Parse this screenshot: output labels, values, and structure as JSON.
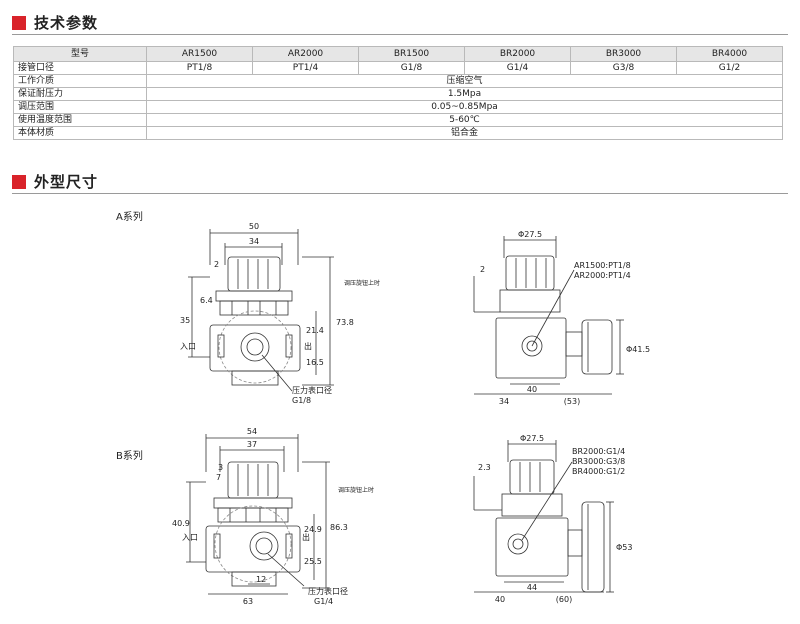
{
  "sections": {
    "specs_title": "技术参数",
    "dims_title": "外型尺寸"
  },
  "spec_table": {
    "header": [
      "型号",
      "AR1500",
      "AR2000",
      "BR1500",
      "BR2000",
      "BR3000",
      "BR4000"
    ],
    "port_row": [
      "接管口径",
      "PT1/8",
      "PT1/4",
      "G1/8",
      "G1/4",
      "G3/8",
      "G1/2"
    ],
    "merged_rows": [
      {
        "label": "工作介质",
        "value": "压缩空气"
      },
      {
        "label": "保证耐压力",
        "value": "1.5Mpa"
      },
      {
        "label": "调压范围",
        "value": "0.05~0.85Mpa"
      },
      {
        "label": "使用温度范围",
        "value": "5-60℃"
      },
      {
        "label": "本体材质",
        "value": "铝合金"
      }
    ]
  },
  "series_a": {
    "label": "A系列",
    "front": {
      "dims": [
        "50",
        "34",
        "2",
        "6.4",
        "35",
        "73.8",
        "21.4",
        "16.5"
      ],
      "inlet": "入口",
      "outlet": "出",
      "adjust_note": "调压旋钮上时",
      "gauge_port_title": "压力表口径",
      "gauge_port_value": "G1/8"
    },
    "side": {
      "dia_top": "Φ27.5",
      "dim_2": "2",
      "port_note": [
        "AR1500:PT1/8",
        "AR2000:PT1/4"
      ],
      "dia_gauge": "Φ41.5",
      "dim_40": "40",
      "dim_34": "34",
      "dim_53": "(53)"
    }
  },
  "series_b": {
    "label": "B系列",
    "front": {
      "dims": [
        "54",
        "37",
        "3",
        "7",
        "40.9",
        "86.3",
        "24.9",
        "25.5",
        "12",
        "63"
      ],
      "inlet": "入口",
      "outlet": "出",
      "adjust_note": "调压旋钮上时",
      "gauge_port_title": "压力表口径",
      "gauge_port_value": "G1/4"
    },
    "side": {
      "dia_top": "Φ27.5",
      "dim_23": "2.3",
      "port_note": [
        "BR2000:G1/4",
        "BR3000:G3/8",
        "BR4000:G1/2"
      ],
      "dia_gauge": "Φ53",
      "dim_44": "44",
      "dim_40": "40",
      "dim_60": "(60)"
    }
  }
}
